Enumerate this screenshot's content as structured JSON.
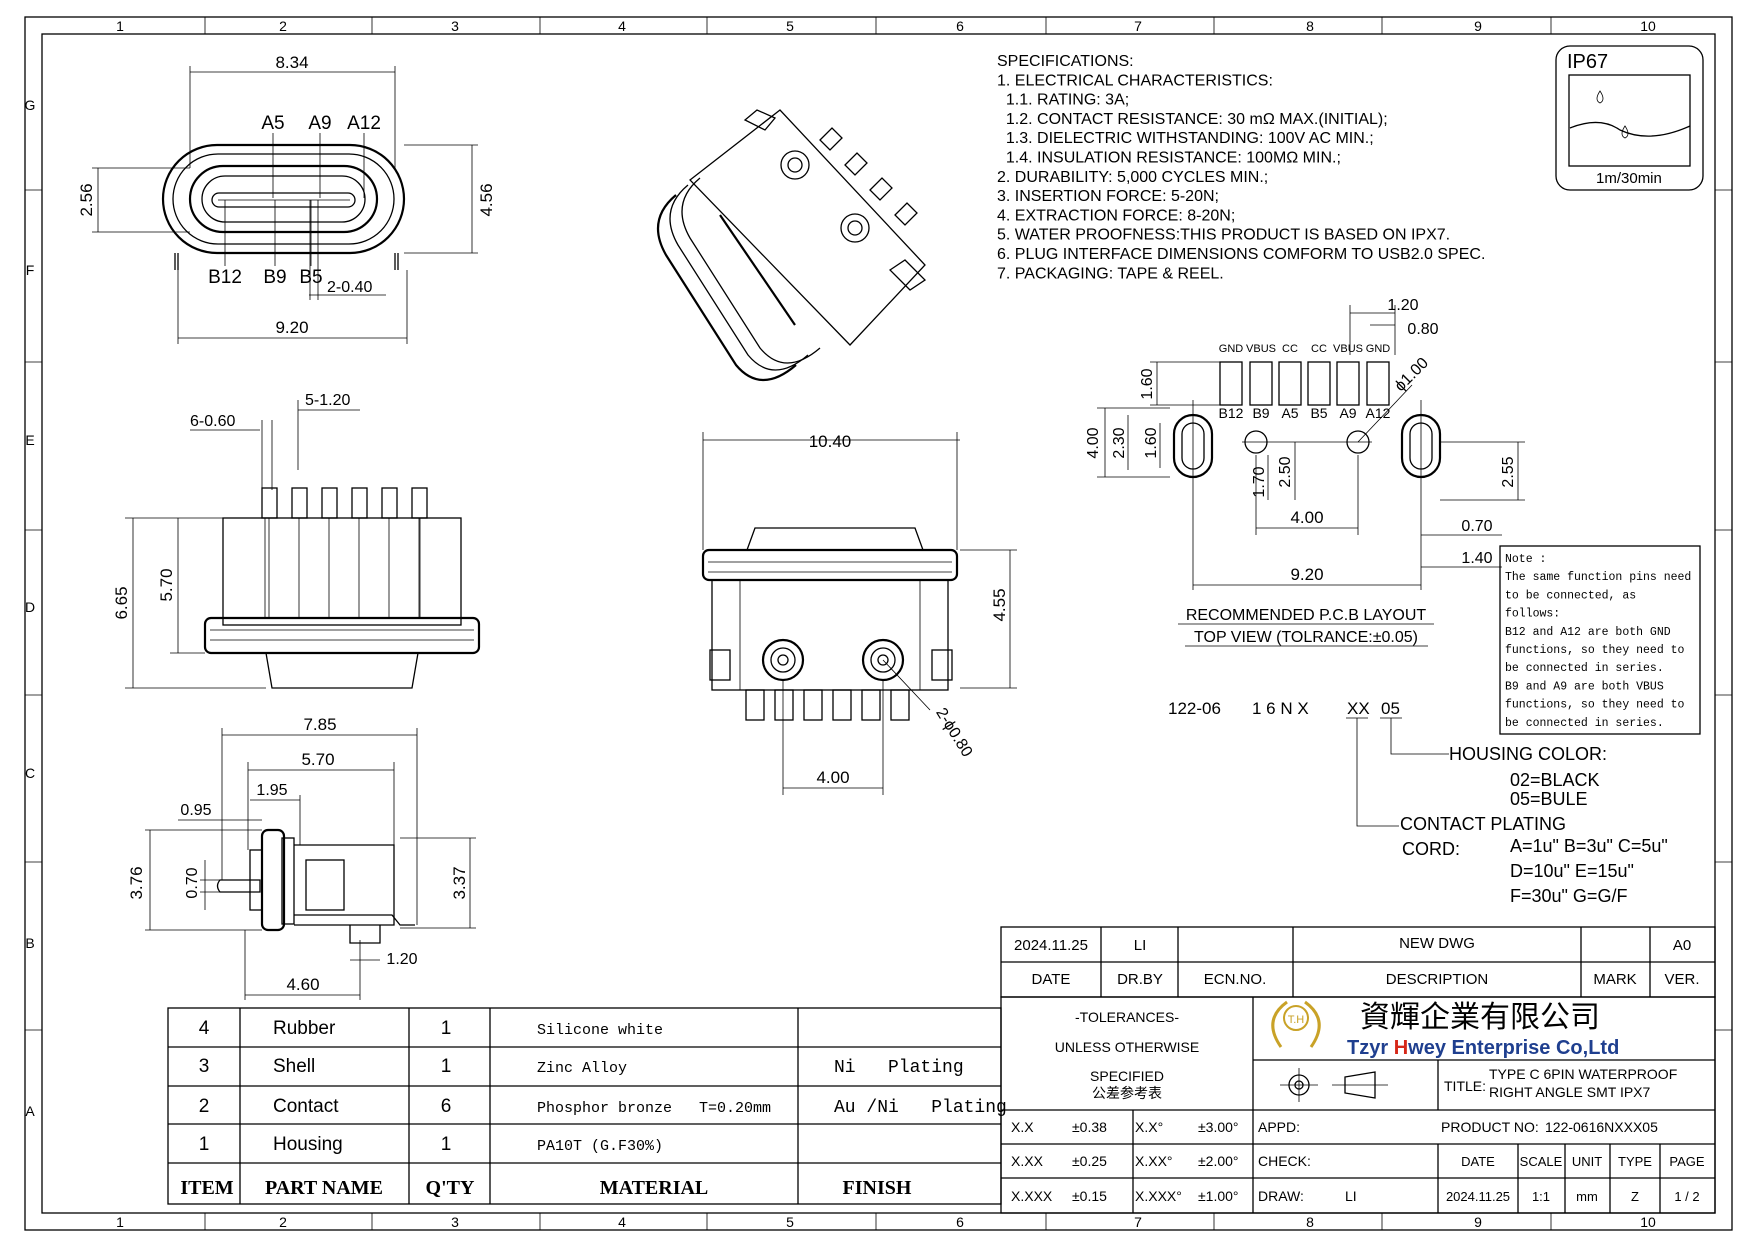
{
  "border": {
    "cols": [
      "1",
      "2",
      "3",
      "4",
      "5",
      "6",
      "7",
      "8",
      "9",
      "10"
    ],
    "rows": [
      "G",
      "F",
      "E",
      "D",
      "C",
      "B",
      "A"
    ]
  },
  "specs": {
    "lines": [
      "SPECIFICATIONS:",
      "1. ELECTRICAL CHARACTERISTICS:",
      "  1.1. RATING: 3A;",
      "  1.2. CONTACT RESISTANCE: 30 mΩ MAX.(INITIAL);",
      "  1.3. DIELECTRIC WITHSTANDING: 100V AC MIN.;",
      "  1.4. INSULATION RESISTANCE: 100MΩ MIN.;",
      "2. DURABILITY: 5,000 CYCLES MIN.;",
      "3. INSERTION FORCE: 5-20N;",
      "4. EXTRACTION FORCE: 8-20N;",
      "5. WATER PROOFNESS:THIS PRODUCT IS BASED ON IPX7.",
      "6. PLUG INTERFACE DIMENSIONS COMFORM TO USB2.0 SPEC.",
      "7. PACKAGING: TAPE & REEL."
    ]
  },
  "ip": {
    "rating": "IP67",
    "depth": "1m/30min"
  },
  "front_view": {
    "dims": {
      "width_top": "8.34",
      "width_bottom": "9.20",
      "height_left": "2.56",
      "height_right": "4.56",
      "pitch": "2-0.40"
    },
    "pins_top": [
      "A5",
      "A9",
      "A12"
    ],
    "pins_bottom": [
      "B12",
      "B9",
      "B5"
    ]
  },
  "top_view": {
    "dims": {
      "pitch_a": "6-0.60",
      "pitch_b": "5-1.20",
      "h_total": "6.65",
      "h_body": "5.70"
    }
  },
  "side_view": {
    "dims": {
      "w1": "7.85",
      "w2": "5.70",
      "w3": "1.95",
      "w4": "0.95",
      "h1": "3.76",
      "h2": "0.70",
      "h3": "3.37",
      "b1": "4.60",
      "b2": "1.20"
    }
  },
  "rear_view": {
    "dims": {
      "width": "10.40",
      "height": "4.55",
      "holes": "2-ϕ0.80",
      "spacing": "4.00"
    }
  },
  "pcb": {
    "pad_labels_top": [
      "GND",
      "VBUS",
      "CC",
      "CC",
      "VBUS",
      "GND"
    ],
    "pad_labels_bottom": [
      "B12",
      "B9",
      "A5",
      "B5",
      "A9",
      "A12"
    ],
    "dims": {
      "d120": "1.20",
      "d080": "0.80",
      "d160a": "1.60",
      "hole": "ϕ1.00",
      "d400v": "4.00",
      "d230": "2.30",
      "d160b": "1.60",
      "d170": "1.70",
      "d250": "2.50",
      "d255": "2.55",
      "d400h": "4.00",
      "d070": "0.70",
      "d140": "1.40",
      "d920": "9.20"
    },
    "title": "RECOMMENDED P.C.B LAYOUT",
    "subtitle": "TOP VIEW  (TOLRANCE:±0.05)"
  },
  "note": {
    "lines": [
      "Note :",
      "The same function pins need",
      "to be connected, as",
      "follows:",
      "B12 and A12 are both GND",
      "functions, so they need to",
      "be connected in series.",
      "B9 and A9 are both VBUS",
      "functions, so they need to",
      "be connected in series."
    ]
  },
  "part_code": {
    "prefix": "122-06",
    "digits": "1 6 N X",
    "plating": "XX",
    "color": "05",
    "housing_title": "HOUSING COLOR:",
    "housing_options": [
      "02=BLACK",
      "05=BULE"
    ],
    "plating_title": "CONTACT PLATING",
    "plating_label": "CORD:",
    "plating_options": [
      "A=1u\"  B=3u\"  C=5u\"",
      "D=10u\"  E=15u\"",
      "F=30u\"  G=G/F"
    ]
  },
  "bom": {
    "rows": [
      {
        "item": "4",
        "part": "Rubber",
        "qty": "1",
        "material": "Silicone white",
        "finish": ""
      },
      {
        "item": "3",
        "part": "Shell",
        "qty": "1",
        "material": "Zinc Alloy",
        "finish": "Ni   Plating"
      },
      {
        "item": "2",
        "part": "Contact",
        "qty": "6",
        "material": "Phosphor bronze   T=0.20mm",
        "finish": "Au /Ni   Plating"
      },
      {
        "item": "1",
        "part": "Housing",
        "qty": "1",
        "material": "PA10T (G.F30%)",
        "finish": ""
      }
    ],
    "headers": {
      "item": "ITEM",
      "part": "PART   NAME",
      "qty": "Q'TY",
      "material": "MATERIAL",
      "finish": "FINISH"
    }
  },
  "revision": {
    "date": "2024.11.25",
    "drby": "LI",
    "ecn": "",
    "description": "NEW DWG",
    "mark": "",
    "ver": "A0",
    "headers": {
      "date": "DATE",
      "drby": "DR.BY",
      "ecn": "ECN.NO.",
      "description": "DESCRIPTION",
      "mark": "MARK",
      "ver": "VER."
    }
  },
  "tolerances": {
    "lines": [
      "-TOLERANCES-",
      "UNLESS OTHERWISE",
      "SPECIFIED",
      "公差参考表"
    ],
    "rows": [
      [
        "X.X",
        "±0.38",
        "X.X°",
        "±3.00°"
      ],
      [
        "X.XX",
        "±0.25",
        "X.XX°",
        "±2.00°"
      ],
      [
        "X.XXX",
        "±0.15",
        "X.XXX°",
        "±1.00°"
      ]
    ]
  },
  "company": {
    "logo": "T.H",
    "name_cn": "資輝企業有限公司",
    "name_en_a": "Tzyr ",
    "name_en_b": "H",
    "name_en_c": "wey Enterprise Co,Ltd"
  },
  "title_block": {
    "title_label": "TITLE:",
    "title_1": "TYPE C 6PIN WATERPROOF",
    "title_2": "RIGHT ANGLE SMT IPX7",
    "appd": "APPD:",
    "check": "CHECK:",
    "draw": "DRAW:",
    "drawer": "LI",
    "product_label": "PRODUCT NO:",
    "product_no": "122-0616NXXX05",
    "headers": [
      "DATE",
      "SCALE",
      "UNIT",
      "TYPE",
      "PAGE"
    ],
    "values": [
      "2024.11.25",
      "1:1",
      "mm",
      "Z",
      "1 / 2"
    ]
  },
  "colors": {
    "logo_gold": "#c9a227",
    "brand_red": "#d62718",
    "brand_blue": "#1f3f8f"
  }
}
